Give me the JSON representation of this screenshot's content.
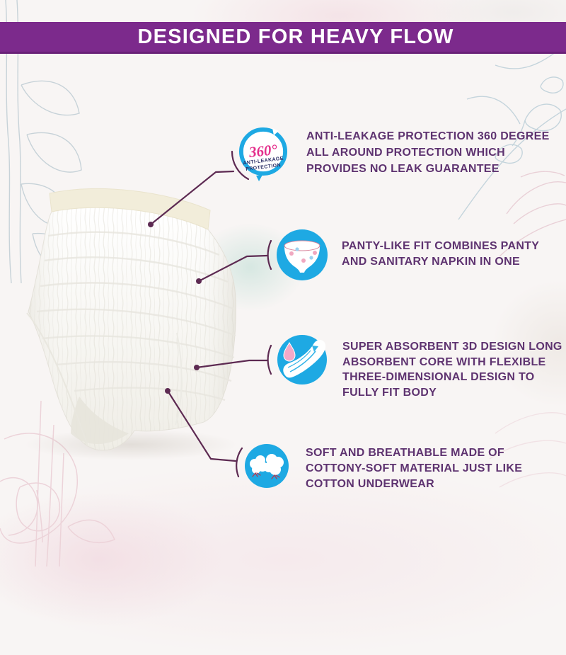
{
  "header": {
    "title": "DESIGNED FOR HEAVY FLOW"
  },
  "features": [
    {
      "icon": "360-anti-leakage-badge-icon",
      "lines": [
        "ANTI-LEAKAGE PROTECTION 360 DEGREE",
        "ALL AROUND PROTECTION WHICH",
        "PROVIDES NO LEAK GUARANTEE"
      ]
    },
    {
      "icon": "panty-icon",
      "lines": [
        "PANTY-LIKE FIT COMBINES PANTY",
        "AND SANITARY NAPKIN IN ONE"
      ]
    },
    {
      "icon": "absorbent-pad-icon",
      "lines": [
        "SUPER ABSORBENT 3D DESIGN LONG",
        "ABSORBENT CORE WITH FLEXIBLE",
        "THREE-DIMENSIONAL DESIGN TO",
        "FULLY FIT BODY"
      ]
    },
    {
      "icon": "cotton-icon",
      "lines": [
        "SOFT AND BREATHABLE MADE OF",
        "COTTONY-SOFT MATERIAL JUST LIKE",
        "COTTON UNDERWEAR"
      ]
    }
  ],
  "badge": {
    "value": "360°",
    "label_top": "ANTI-LEAKAGE",
    "label_bottom": "PROTECTION"
  },
  "colors": {
    "banner_purple": "#7C2A8C",
    "text_purple": "#5E3370",
    "icon_cyan": "#1EA9E3",
    "badge_pink": "#E4308C",
    "badge_navy": "#2B2E66",
    "connector_plum": "#5D2A52",
    "waistband_cream": "#F2EDDA"
  }
}
